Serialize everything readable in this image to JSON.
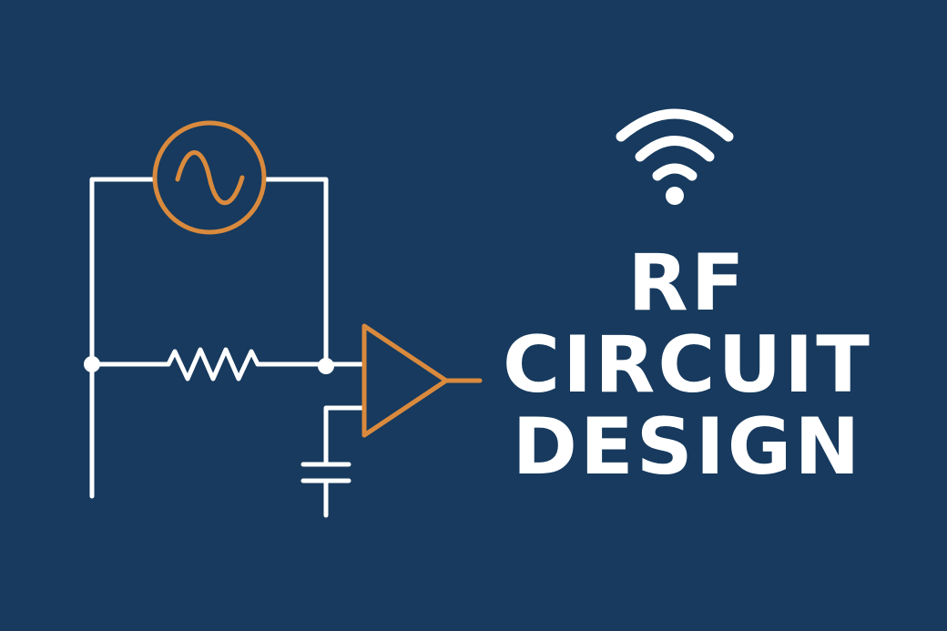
{
  "colors": {
    "background": "#173a5e",
    "wire": "#ffffff",
    "accent": "#d98a3d",
    "text": "#ffffff"
  },
  "icons": {
    "signal": "wifi-icon",
    "source": "ac-source-icon",
    "amplifier": "amplifier-icon",
    "resistor": "resistor-icon",
    "capacitor": "capacitor-icon"
  },
  "title": {
    "line1": "RF",
    "line2": "CIRCUIT",
    "line3": "DESIGN"
  }
}
